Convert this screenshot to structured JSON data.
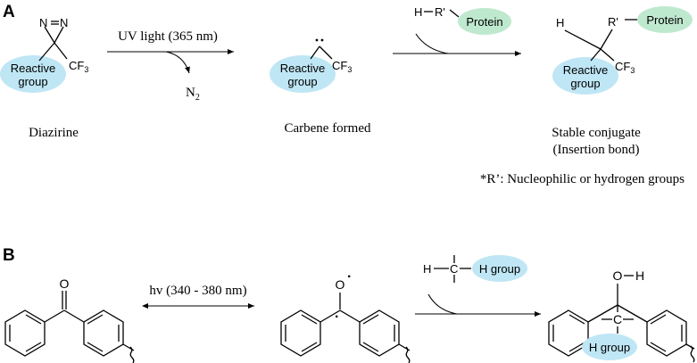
{
  "panels": {
    "a": {
      "label": "A",
      "diazirine": {
        "n_label": "N",
        "n_label_2": "N",
        "cf3": "CF",
        "cf3_sub": "3",
        "group_line1": "Reactive",
        "group_line2": "group",
        "caption": "Diazirine"
      },
      "step1": {
        "condition": "UV light (365 nm)",
        "byproduct": "N",
        "byproduct_sub": "2"
      },
      "carbene": {
        "dots": "..",
        "cf3": "CF",
        "cf3_sub": "3",
        "group_line1": "Reactive",
        "group_line2": "group",
        "caption": "Carbene formed"
      },
      "step2": {
        "reagent_h": "H",
        "reagent_r": "R'",
        "protein": "Protein"
      },
      "conjugate": {
        "h": "H",
        "r": "R'",
        "protein": "Protein",
        "cf3": "CF",
        "cf3_sub": "3",
        "group_line1": "Reactive",
        "group_line2": "group",
        "caption_line1": "Stable conjugate",
        "caption_line2": "(Insertion bond)"
      },
      "footnote": "*R’: Nucleophilic or hydrogen groups"
    },
    "b": {
      "label": "B",
      "benzophenone": {
        "o": "O"
      },
      "step1": {
        "condition": "hv (340 - 380 nm)"
      },
      "radical": {
        "o": "O",
        "dot": "·"
      },
      "step2": {
        "h": "H",
        "c": "C",
        "group": "H group"
      },
      "product": {
        "oh_o": "O",
        "oh_h": "H",
        "c": "C",
        "group": "H group"
      }
    }
  },
  "colors": {
    "reactive_group": "#bfe6f5",
    "protein": "#bfe9cf",
    "line": "#000000"
  }
}
